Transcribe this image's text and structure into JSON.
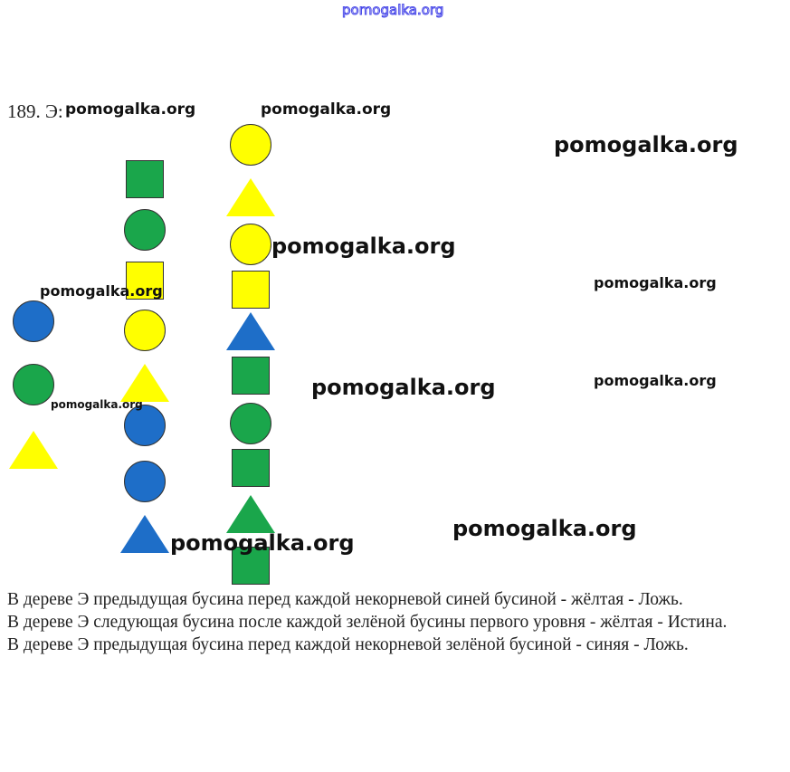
{
  "watermark_top": "pomogalka.org",
  "watermarks": [
    "pomogalka.org",
    "pomogalka.org",
    "pomogalka.org",
    "pomogalka.org",
    "pomogalka.org",
    "pomogalka.org",
    "pomogalka.org",
    "pomogalka.org",
    "pomogalka.org",
    "pomogalka.org",
    "pomogalka.org",
    "pomogalka.org"
  ],
  "task_number": "189. Э:",
  "colors": {
    "blue": "#1e6ec8",
    "green": "#1aa64b",
    "yellow": "#ffff00"
  },
  "beads": {
    "column1": [
      "blue-circle",
      "green-circle",
      "yellow-triangle"
    ],
    "column2": [
      "green-square",
      "green-circle",
      "yellow-square",
      "yellow-circle",
      "yellow-triangle",
      "blue-circle",
      "blue-circle",
      "blue-triangle"
    ],
    "column3": [
      "yellow-circle",
      "yellow-triangle",
      "yellow-circle",
      "yellow-square",
      "blue-triangle",
      "green-square",
      "green-circle",
      "green-square",
      "green-triangle",
      "green-square"
    ]
  },
  "statements": [
    "В дереве Э предыдущая бусина перед каждой некорневой синей бусиной - жёлтая - Ложь.",
    "В дереве Э следующая бусина после каждой зелёной бусины первого уровня - жёлтая  - Истина.",
    "В дереве Э предыдущая бусина перед каждой некорневой зелёной бусиной - синяя - Ложь."
  ]
}
